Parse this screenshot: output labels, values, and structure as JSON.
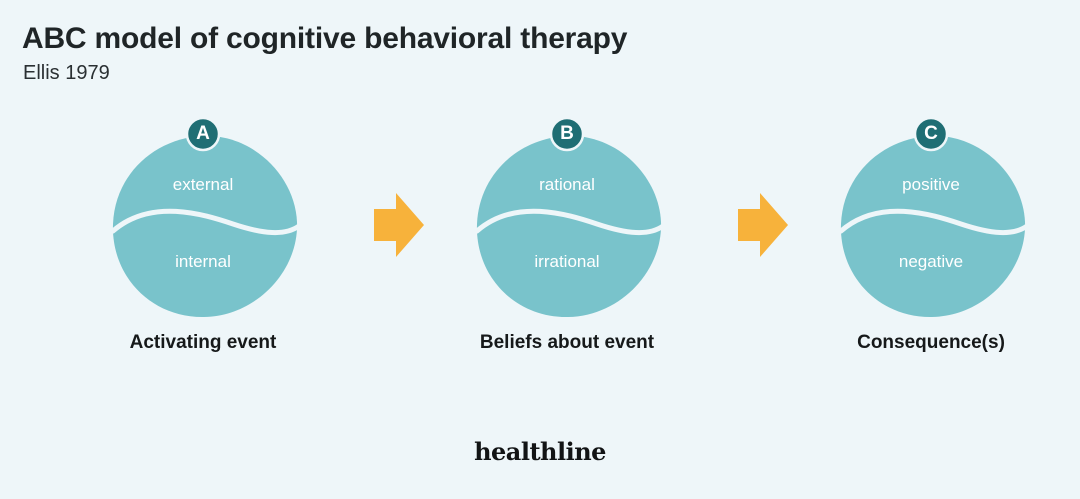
{
  "header": {
    "title": "ABC model of cognitive behavioral therapy",
    "subtitle": "Ellis 1979"
  },
  "stages": [
    {
      "letter": "A",
      "top": "external",
      "bottom": "internal",
      "label": "Activating event"
    },
    {
      "letter": "B",
      "top": "rational",
      "bottom": "irrational",
      "label": "Beliefs about event"
    },
    {
      "letter": "C",
      "top": "positive",
      "bottom": "negative",
      "label": "Consequence(s)"
    }
  ],
  "arrows": [
    {
      "icon": "arrow-right-icon"
    },
    {
      "icon": "arrow-right-icon"
    }
  ],
  "colors": {
    "background": "#eef6f9",
    "circle": "#79c3cb",
    "wave": "#eef6f9",
    "badge": "#1f6e74",
    "arrow": "#f7b23b"
  },
  "footer": {
    "logo": "healthline"
  }
}
